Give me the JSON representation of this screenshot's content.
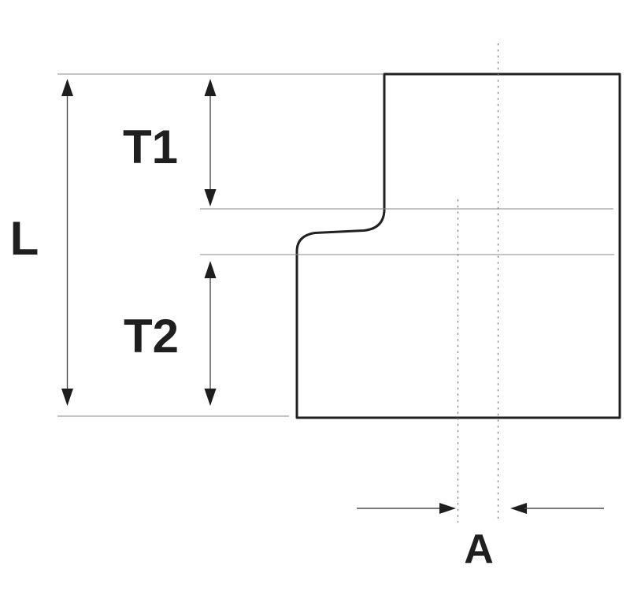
{
  "figure": {
    "labels": {
      "length": "L",
      "thickness_top": "T1",
      "thickness_bottom": "T2",
      "offset": "A"
    },
    "colors": {
      "background": "#ffffff",
      "outline": "#212121",
      "label_text": "#1f1f1f",
      "dimension_line": "#4d4d4d",
      "arrowhead": "#1e1e1e",
      "extension_line": "#8a8a8a",
      "centerline": "#787878"
    }
  }
}
